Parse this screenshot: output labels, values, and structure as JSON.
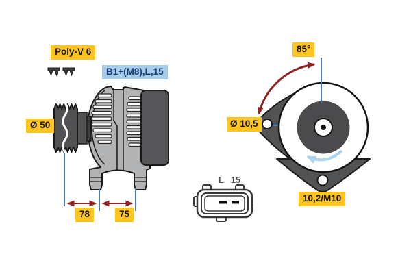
{
  "labels": {
    "belt_type": "Poly-V 6",
    "terminals": "B1+(M8),L,15",
    "pulley_diameter": "Ø 50",
    "mounting_angle": "85°",
    "ear_hole_diameter": "Ø 10,5",
    "foot_hole_thread": "10,2/M10",
    "dim_78": "78",
    "dim_75": "75"
  },
  "connector": {
    "pin_left": "L",
    "pin_right": "15"
  },
  "colors": {
    "label_yellow": "#FFC41F",
    "label_blue_bg": "#A9CCE9",
    "label_blue_text": "#123A75",
    "dimension_blue": "#4A7AB8",
    "arrow_red": "#8F2322",
    "rotation_arrow_blue": "#AAD4EE",
    "body_gray": "#B2B3B5",
    "dark_gray": "#565658"
  }
}
